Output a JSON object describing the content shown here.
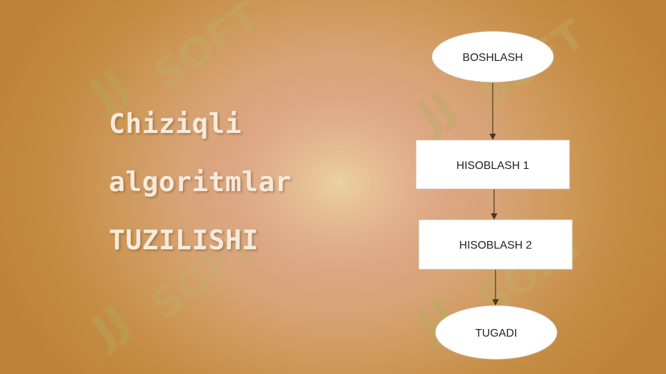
{
  "slide": {
    "title_lines": [
      "Chiziqli",
      "algoritmlar",
      "TUZILISHI"
    ]
  },
  "watermark": {
    "text": "SOFT",
    "glyph": "JJ"
  },
  "flowchart": {
    "nodes": [
      {
        "id": "start",
        "shape": "ellipse",
        "label": "BOSHLASH"
      },
      {
        "id": "step1",
        "shape": "rectangle",
        "label": "HISOBLASH 1"
      },
      {
        "id": "step2",
        "shape": "rectangle",
        "label": "HISOBLASH 2"
      },
      {
        "id": "end",
        "shape": "ellipse",
        "label": "TUGADI"
      }
    ],
    "edges": [
      {
        "from": "start",
        "to": "step1"
      },
      {
        "from": "step1",
        "to": "step2"
      },
      {
        "from": "step2",
        "to": "end"
      }
    ]
  },
  "colors": {
    "background_center": "#ead2a0",
    "background_edge": "#bd8439",
    "title_text": "#f6eadb",
    "node_fill": "#ffffff",
    "connector": "#4a3520"
  }
}
